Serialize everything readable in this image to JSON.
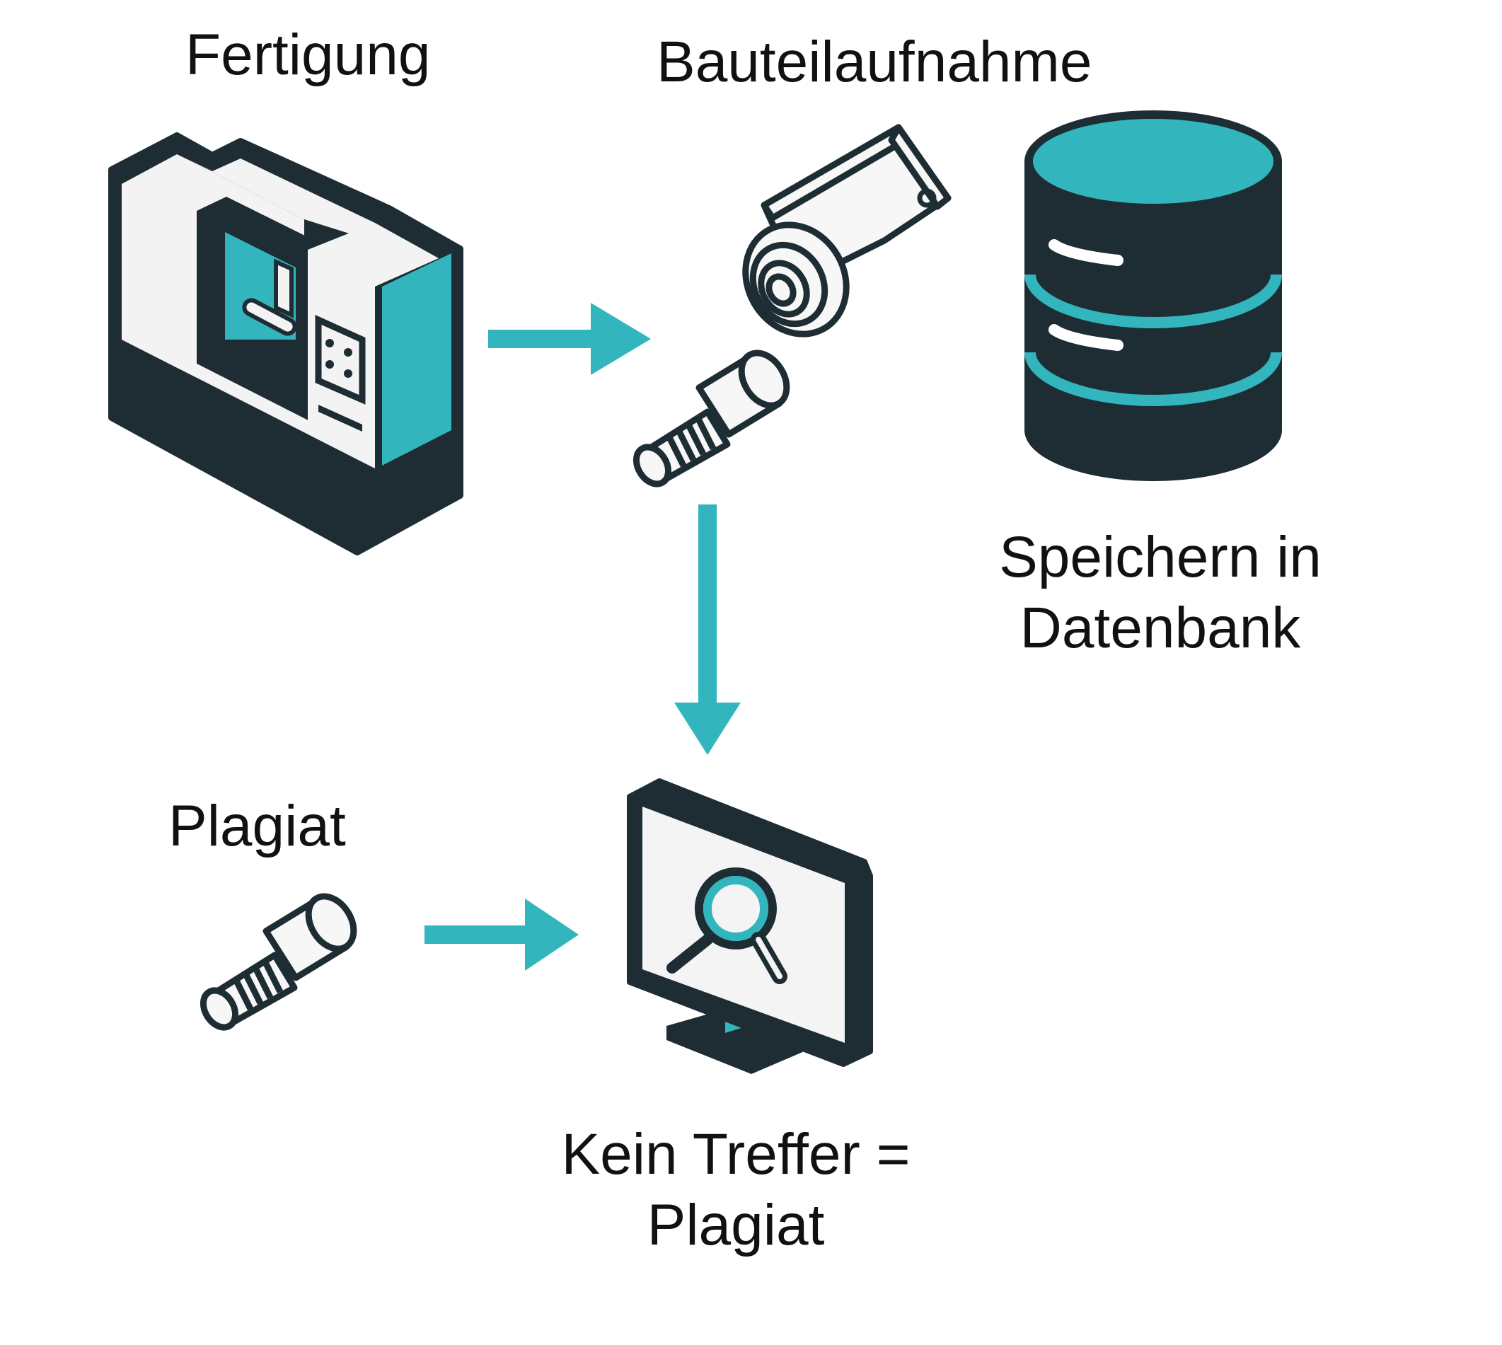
{
  "colors": {
    "accent": "#33b5be",
    "dark": "#1d2d33",
    "light": "#f3f3f3",
    "text": "#111111",
    "background": "#ffffff"
  },
  "labels": {
    "fertigung": "Fertigung",
    "bauteilaufnahme": "Bauteilaufnahme",
    "speichern_line1": "Speichern in",
    "speichern_line2": "Datenbank",
    "plagiat": "Plagiat",
    "result_line1": "Kein Treffer =",
    "result_line2": "Plagiat"
  },
  "icons": {
    "machine": "cnc-machine-icon",
    "camera": "camera-icon",
    "part_original": "screw-part-icon",
    "database": "database-icon",
    "part_plagiat": "screw-part-icon",
    "monitor": "monitor-search-icon"
  }
}
